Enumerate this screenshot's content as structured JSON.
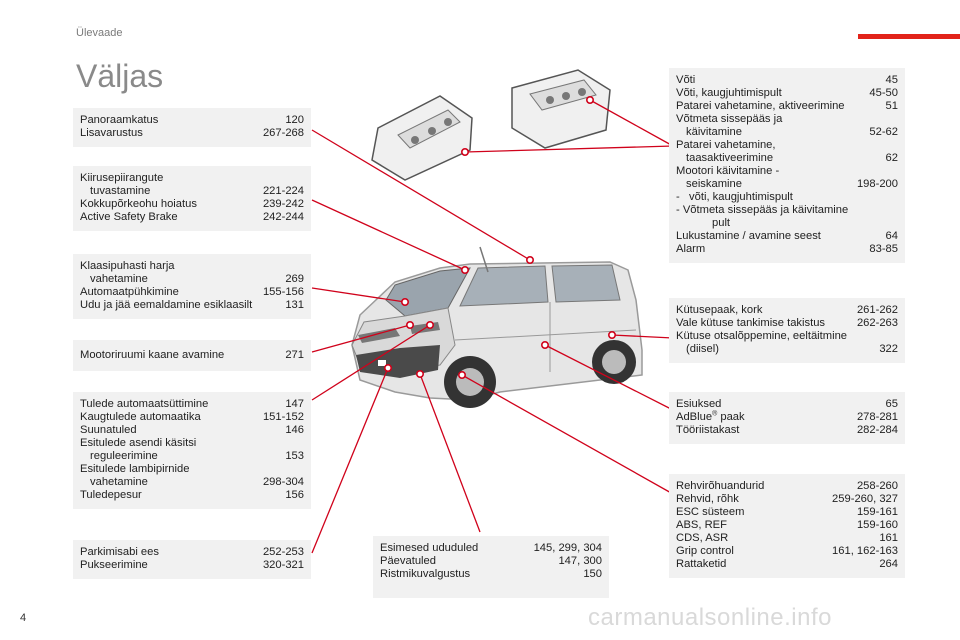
{
  "header": {
    "section": "Ülevaade",
    "title": "Väljas",
    "accent_color": "#e2231a"
  },
  "page_number": "4",
  "watermark": "carmanualsonline.info",
  "left": {
    "box1": [
      {
        "text": "Panoraamkatus",
        "page": "120"
      },
      {
        "text": "Lisavarustus",
        "page": "267-268"
      }
    ],
    "box2": [
      {
        "line1": "Kiirusepiirangute",
        "text": "tuvastamine",
        "page": "221-224"
      },
      {
        "text": "Kokkupõrkeohu hoiatus",
        "page": "239-242"
      },
      {
        "text": "Active Safety Brake",
        "page": "242-244"
      }
    ],
    "box3": [
      {
        "line1": "Klaasipuhasti harja",
        "text": "vahetamine",
        "page": "269"
      },
      {
        "text": "Automaatpühkimine",
        "page": "155-156"
      },
      {
        "text": "Udu ja jää eemaldamine esiklaasilt",
        "page": "131"
      }
    ],
    "box4": [
      {
        "text": "Mootoriruumi kaane avamine",
        "page": "271"
      }
    ],
    "box5": [
      {
        "text": "Tulede automaatsüttimine",
        "page": "147"
      },
      {
        "text": "Kaugtulede automaatika",
        "page": "151-152"
      },
      {
        "text": "Suunatuled",
        "page": "146"
      },
      {
        "line1": "Esitulede asendi käsitsi",
        "text": "reguleerimine",
        "page": "153"
      },
      {
        "line1": "Esitulede lambipirnide",
        "text": "vahetamine",
        "page": "298-304"
      },
      {
        "text": "Tuledepesur",
        "page": "156"
      }
    ],
    "box6": [
      {
        "text": "Parkimisabi ees",
        "page": "252-253"
      },
      {
        "text": "Pukseerimine",
        "page": "320-321"
      }
    ]
  },
  "bottom_center": [
    {
      "text": "Esimesed ududuled",
      "page": "145, 299, 304"
    },
    {
      "text": "Päevatuled",
      "page": "147, 300"
    },
    {
      "text": "Ristmikuvalgustus",
      "page": "150"
    }
  ],
  "right": {
    "box1": [
      {
        "text": "Võti",
        "page": "45"
      },
      {
        "text": "Võti, kaugjuhtimispult",
        "page": "45-50"
      },
      {
        "text": "Patarei vahetamine, aktiveerimine",
        "page": "51"
      },
      {
        "line1": "Võtmeta sissepääs ja",
        "text": "käivitamine",
        "page": "52-62"
      },
      {
        "line1": "Patarei vahetamine,",
        "text": "taasaktiveerimine",
        "page": "62"
      },
      {
        "line1": "Mootori käivitamine -",
        "text": "seiskamine",
        "page": "198-200"
      },
      {
        "text": "-   võti, kaugjuhtimispult",
        "page": ""
      },
      {
        "line1": "-   Võtmeta sissepääs ja käivitamine",
        "text": "pult",
        "page": ""
      },
      {
        "text": "Lukustamine / avamine seest",
        "page": "64"
      },
      {
        "text": "Alarm",
        "page": "83-85"
      }
    ],
    "box2": [
      {
        "text": "Kütusepaak, kork",
        "page": "261-262"
      },
      {
        "text": "Vale kütuse tankimise takistus",
        "page": "262-263"
      },
      {
        "line1": "Kütuse otsalõppemine, eeltäitmine",
        "text": "(diisel)",
        "page": "322"
      }
    ],
    "box3": {
      "doors": {
        "text": "Esiuksed",
        "page": "65"
      },
      "adblue": {
        "text": "AdBlue",
        "sup": "®",
        "suffix": " paak",
        "page": "278-281"
      },
      "tools": {
        "text": "Tööriistakast",
        "page": "282-284"
      }
    },
    "box4": [
      {
        "text": "Rehvirõhuandurid",
        "page": "258-260"
      },
      {
        "text": "Rehvid, rõhk",
        "page": "259-260, 327"
      },
      {
        "text": "ESC süsteem",
        "page": "159-161"
      },
      {
        "text": "ABS, REF",
        "page": "159-160"
      },
      {
        "text": "CDS, ASR",
        "page": "161"
      },
      {
        "text": "Grip control",
        "page": "161, 162-163"
      },
      {
        "text": "Rattaketid",
        "page": "264"
      }
    ]
  }
}
